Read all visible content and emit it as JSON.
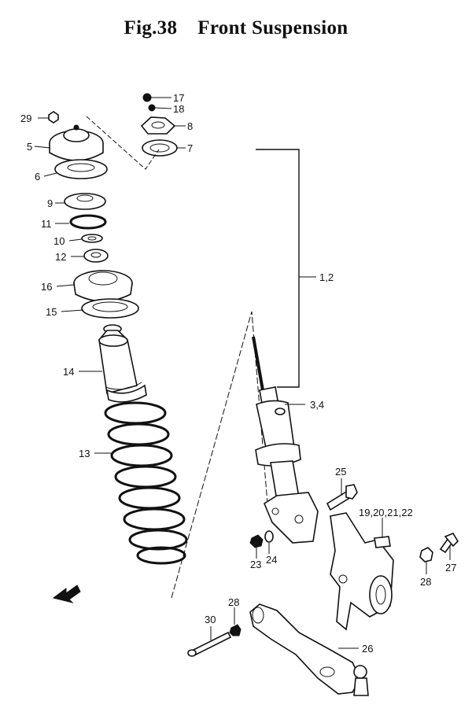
{
  "figure": {
    "number": "Fig.38",
    "title": "Front Suspension"
  },
  "callouts": [
    {
      "id": "c29",
      "text": "29"
    },
    {
      "id": "c5",
      "text": "5"
    },
    {
      "id": "c6",
      "text": "6"
    },
    {
      "id": "c9",
      "text": "9"
    },
    {
      "id": "c11",
      "text": "11"
    },
    {
      "id": "c10",
      "text": "10"
    },
    {
      "id": "c12",
      "text": "12"
    },
    {
      "id": "c16",
      "text": "16"
    },
    {
      "id": "c15",
      "text": "15"
    },
    {
      "id": "c14",
      "text": "14"
    },
    {
      "id": "c13",
      "text": "13"
    },
    {
      "id": "c17",
      "text": "17"
    },
    {
      "id": "c18",
      "text": "18"
    },
    {
      "id": "c8",
      "text": "8"
    },
    {
      "id": "c7",
      "text": "7"
    },
    {
      "id": "c1_2",
      "text": "1,2"
    },
    {
      "id": "c3_4",
      "text": "3,4"
    },
    {
      "id": "c25",
      "text": "25"
    },
    {
      "id": "c19_22",
      "text": "19,20,21,22"
    },
    {
      "id": "c23",
      "text": "23"
    },
    {
      "id": "c24",
      "text": "24"
    },
    {
      "id": "c28a",
      "text": "28"
    },
    {
      "id": "c27",
      "text": "27"
    },
    {
      "id": "c28b",
      "text": "28"
    },
    {
      "id": "c30",
      "text": "30"
    },
    {
      "id": "c26",
      "text": "26"
    }
  ]
}
